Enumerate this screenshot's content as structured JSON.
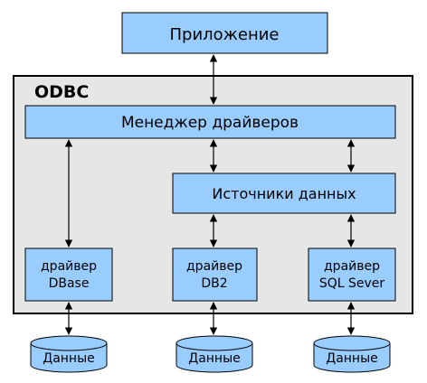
{
  "diagram": {
    "app_label": "Приложение",
    "odbc_label": "ODBC",
    "manager_label": "Менеджер драйверов",
    "sources_label": "Источники данных",
    "drivers": [
      {
        "line1": "драйвер",
        "line2": "DBase"
      },
      {
        "line1": "драйвер",
        "line2": "DB2"
      },
      {
        "line1": "драйвер",
        "line2": "SQL Sever"
      }
    ],
    "databases": [
      {
        "label": "Данные"
      },
      {
        "label": "Данные"
      },
      {
        "label": "Данные"
      }
    ]
  },
  "colors": {
    "box_fill": "#99CCFF",
    "container_fill": "#E6E6E6",
    "stroke": "#000000"
  }
}
